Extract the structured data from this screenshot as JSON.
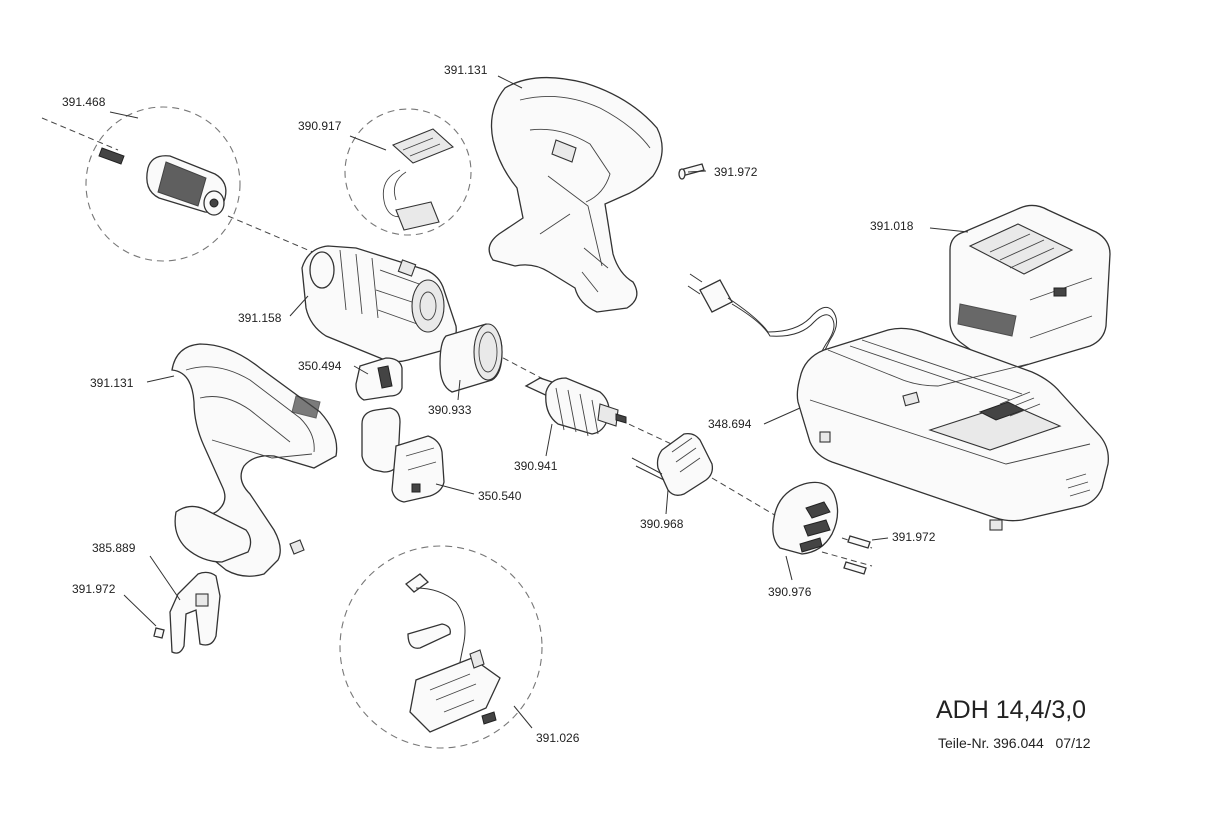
{
  "diagram": {
    "title": "ADH 14,4/3,0",
    "subtitle": "Teile-Nr. 396.044   07/12",
    "labels": {
      "chuck": "391.468",
      "spring_clip": "390.917",
      "housing_right": "391.131",
      "screw_top": "391.972",
      "battery": "391.018",
      "gearbox": "391.158",
      "housing_left": "391.131",
      "clip_small": "350.494",
      "ring_gear": "390.933",
      "charger": "348.694",
      "motor": "390.941",
      "switch": "350.540",
      "pcb": "390.968",
      "screw_right": "391.972",
      "belt_clip": "385.889",
      "screw_left": "391.972",
      "motor_cap": "390.976",
      "electronics": "391.026"
    }
  }
}
